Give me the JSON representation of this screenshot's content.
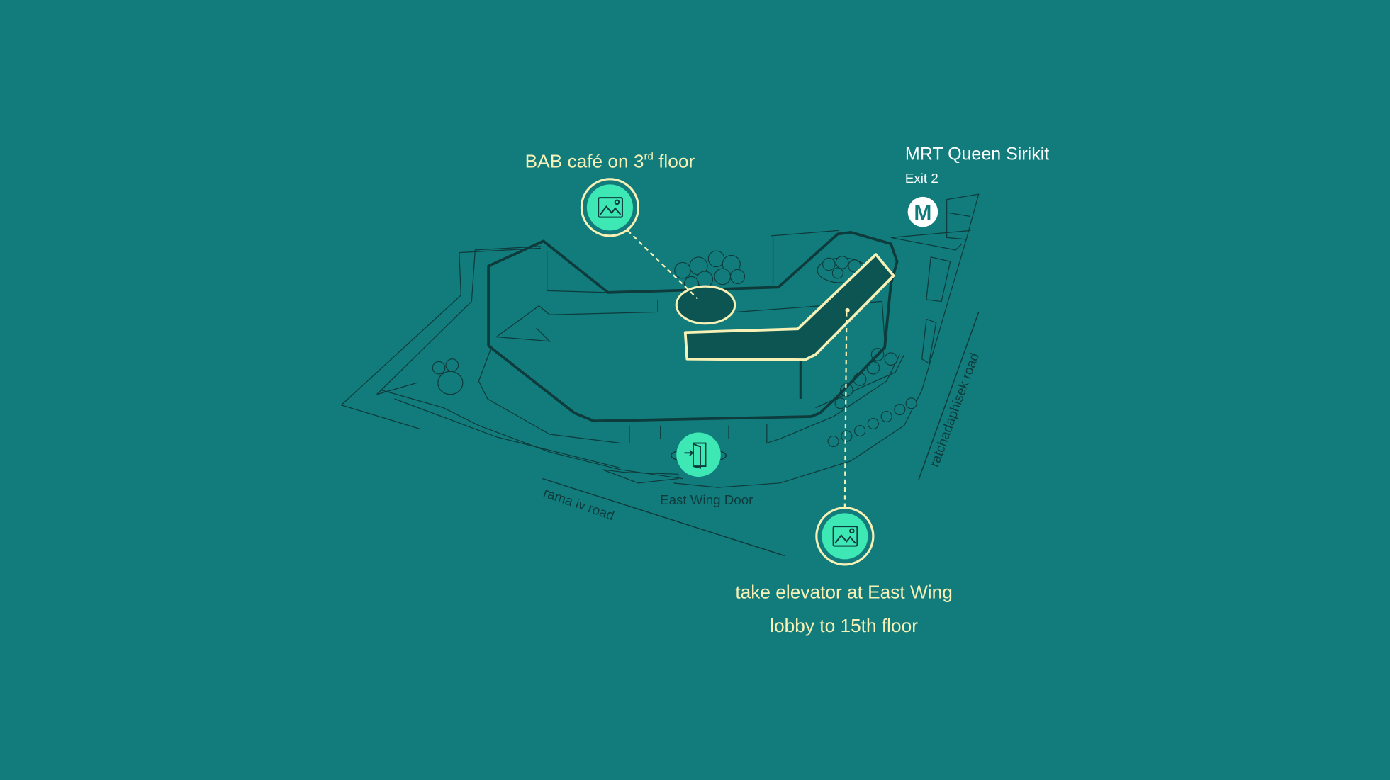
{
  "colors": {
    "background": "#127c7d",
    "line": "#0e3b3c",
    "building": "#0d5553",
    "highlight": "#f7f1b5",
    "marker": "#3de8b5",
    "mrt": "#ffffff"
  },
  "cafe": {
    "title_prefix": "BAB café on 3",
    "title_sup": "rd",
    "title_suffix": " floor",
    "icon": "image-icon"
  },
  "mrt": {
    "title": "MRT Queen Sirikit",
    "exit": "Exit 2",
    "icon_letter": "M"
  },
  "door": {
    "label": "East Wing Door",
    "icon": "door-enter-icon"
  },
  "elevator": {
    "line1": "take elevator at East Wing",
    "line2": "lobby to 15th floor",
    "icon": "image-icon"
  },
  "roads": {
    "south": "rama iv road",
    "east": "ratchadaphisek road"
  }
}
